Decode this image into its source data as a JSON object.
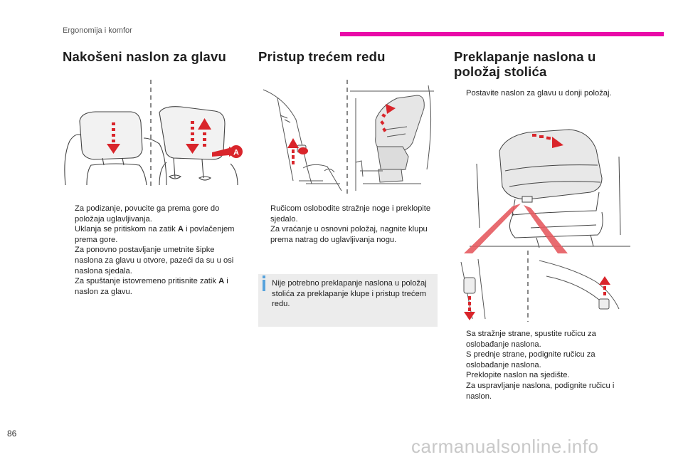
{
  "header": {
    "section_title": "Ergonomija i komfor",
    "accent_color": "#e90aa8"
  },
  "col1": {
    "title": "Nakošeni naslon za glavu",
    "callout_letter": "A",
    "bullets": [
      {
        "text": "Za podizanje, povucite ga prema gore do položaja uglavljivanja."
      },
      {
        "pre": "Uklanja se pritiskom na zatik ",
        "bold": "A",
        "post": " i povlačenjem prema gore."
      },
      {
        "text": "Za ponovno postavljanje umetnite šipke naslona za glavu u otvore, pazeći da su u osi naslona sjedala."
      },
      {
        "pre": "Za spuštanje istovremeno pritisnite zatik ",
        "bold": "A",
        "post": " i naslon za glavu."
      }
    ]
  },
  "col2": {
    "title": "Pristup trećem redu",
    "bullets": [
      {
        "text": "Ručicom oslobodite stražnje noge i preklopite sjedalo."
      },
      {
        "text": "Za vraćanje u osnovni položaj, nagnite klupu prema natrag do uglavljivanja nogu."
      }
    ],
    "note": "Nije potrebno preklapanje naslona u položaj stolića za preklapanje klupe i pristup trećem redu.",
    "note_color": "#57a3dc"
  },
  "col3": {
    "title_line1": "Preklapanje naslona u",
    "title_line2": "položaj stolića",
    "intro": "Postavite naslon za glavu u donji položaj.",
    "bullets": [
      {
        "text": "Sa stražnje strane, spustite ručicu za oslobađanje naslona."
      },
      {
        "text": "S prednje strane, podignite ručicu za oslobađanje naslona."
      },
      {
        "text": "Preklopite naslon na sjedište."
      },
      {
        "text": "Za uspravljanje naslona, podignite ručicu i naslon."
      }
    ]
  },
  "bullet_marker": "",
  "footer": {
    "page_number": "86",
    "watermark": "carmanualsonline.info"
  }
}
